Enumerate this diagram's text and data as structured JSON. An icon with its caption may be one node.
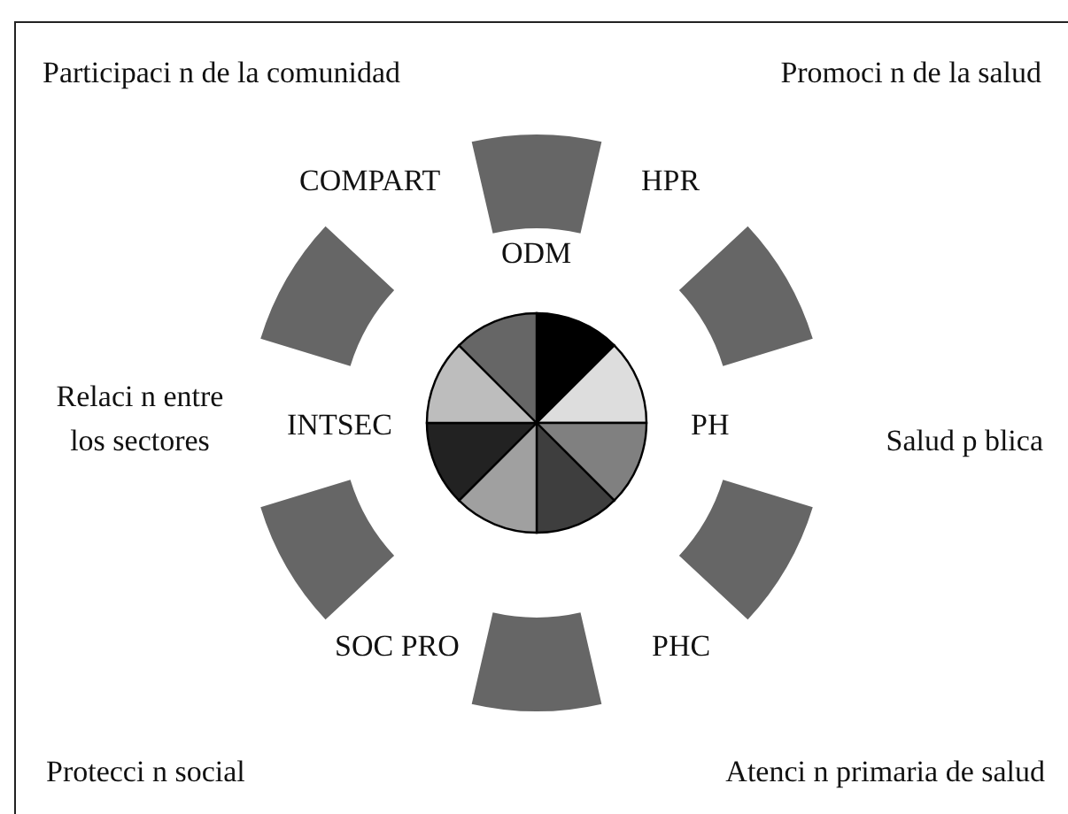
{
  "diagram": {
    "labels": [
      "Participaci n de la comunidad",
      "Promoci n de la salud",
      "COMPART",
      "HPR",
      "ODM",
      "Relaci n entre los sectores",
      "INTSEC",
      "PH",
      "Salud p blica",
      "SOC PRO",
      "PHC",
      "Protecci n social",
      "Atenci n primaria de salud"
    ]
  }
}
